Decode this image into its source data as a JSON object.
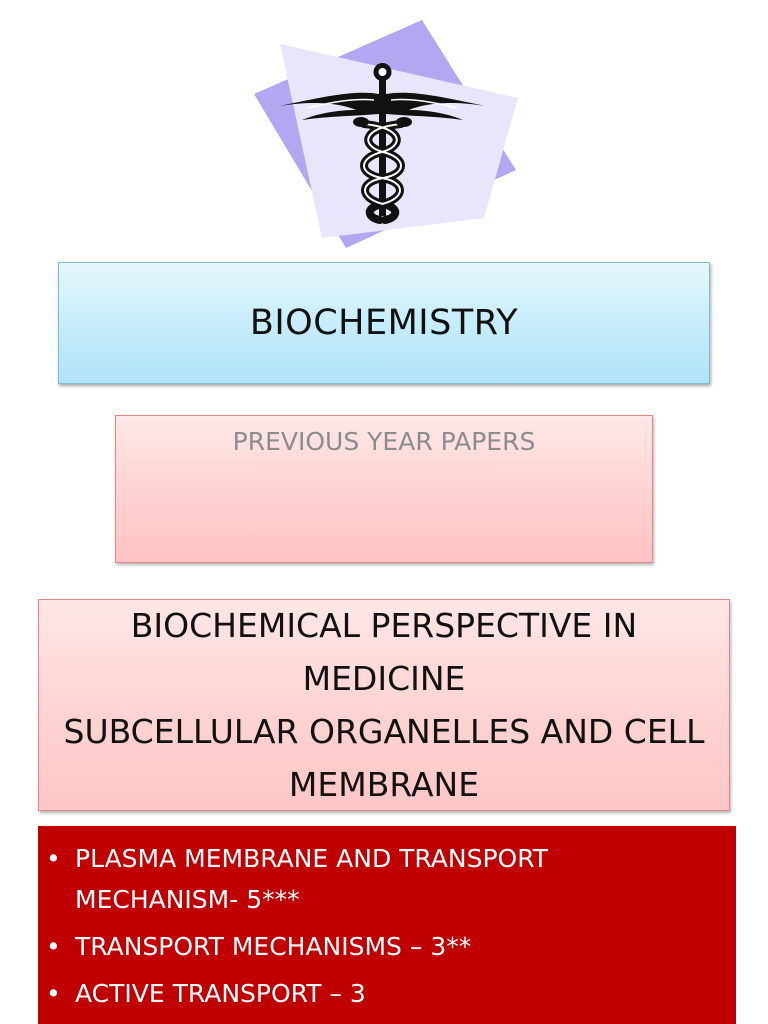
{
  "header": {
    "title": "BIOCHEMISTRY",
    "subtitle": "PREVIOUS YEAR PAPERS"
  },
  "logo": {
    "icon": "caduceus-icon",
    "backdrop_colors": [
      "#b2a8f2",
      "#e9e6fb"
    ]
  },
  "topic": {
    "lines": [
      "BIOCHEMICAL PERSPECTIVE IN",
      "MEDICINE",
      "SUBCELLULAR ORGANELLES AND CELL",
      "MEMBRANE"
    ]
  },
  "questions": {
    "bullet_glyph": "•",
    "items": [
      {
        "line1": "PLASMA MEMBRANE AND TRANSPORT",
        "line2": "MECHANISM- 5***"
      },
      {
        "line1": "TRANSPORT MECHANISMS – 3**"
      },
      {
        "line1": "ACTIVE TRANSPORT – 3"
      }
    ]
  },
  "colors": {
    "title_bg": "#c4ecfb",
    "subtitle_bg": "#ffd3d3",
    "list_bg": "#c00000",
    "list_text": "#ffffff"
  }
}
